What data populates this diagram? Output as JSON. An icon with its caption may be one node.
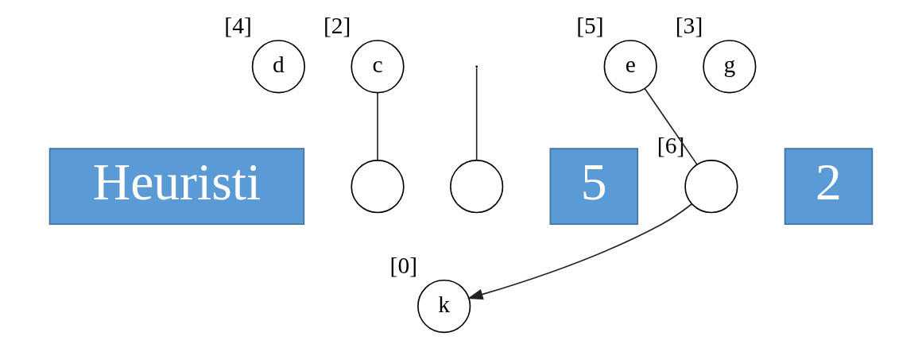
{
  "diagram": {
    "nodes": [
      {
        "text": [
          "d"
        ],
        "beside": [
          "[4]"
        ]
      },
      {
        "text": [
          "c"
        ],
        "beside": [
          "[2]"
        ]
      },
      {
        "text": [
          "e"
        ],
        "beside": [
          "[5]"
        ]
      },
      {
        "text": [
          "g"
        ],
        "beside": [
          "[3]"
        ]
      },
      {
        "text": [
          "Heuristi"
        ]
      },
      {
        "text": [
          "5"
        ]
      },
      {
        "text": [
          "2"
        ]
      },
      {
        "text": [],
        "shape": "circle"
      },
      {
        "text": [],
        "shape": "circle"
      },
      {
        "text": [],
        "shape": "circle",
        "beside": [
          "[6]"
        ]
      },
      {
        "text": [
          "k"
        ],
        "beside": [
          "[0]"
        ]
      }
    ],
    "edges": [
      {
        "from": 1,
        "to": 7,
        "arrow": "none"
      },
      {
        "from": null,
        "to": 8,
        "arrow": "none"
      },
      {
        "from": 2,
        "to": 9,
        "arrow": "none"
      },
      {
        "from": 9,
        "to": 10,
        "arrow": "to"
      }
    ]
  }
}
